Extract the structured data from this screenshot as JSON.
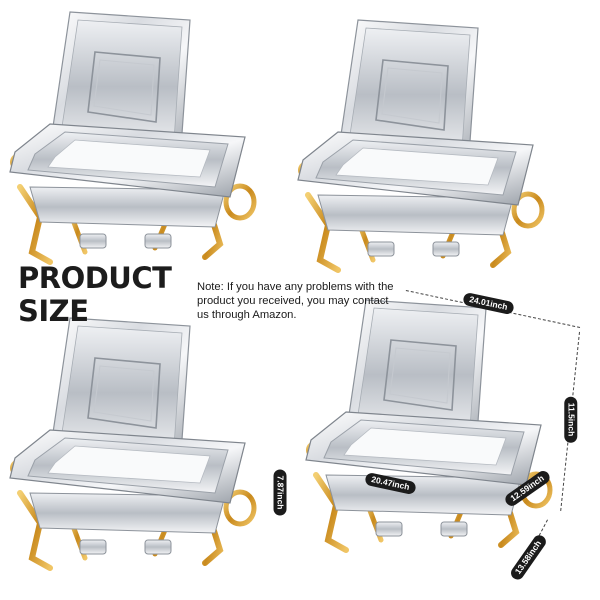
{
  "heading": {
    "line1": "PRODUCT",
    "line2": "SIZE"
  },
  "note": {
    "text": "Note: If you have any problems with the product you received, you may contact us through Amazon."
  },
  "dimensions": {
    "length": "24.01inch",
    "height": "11.5inch",
    "inner_length": "20.47inch",
    "inner_width": "12.59inch",
    "depth": "13.58inch",
    "pan_depth": "7.87inch"
  },
  "colors": {
    "steel_light": "#f4f5f7",
    "steel_dark": "#9aa0a8",
    "gold": "#d49a2a",
    "badge": "#1b1b1b"
  },
  "icons": [
    "chafing-dish-image"
  ]
}
